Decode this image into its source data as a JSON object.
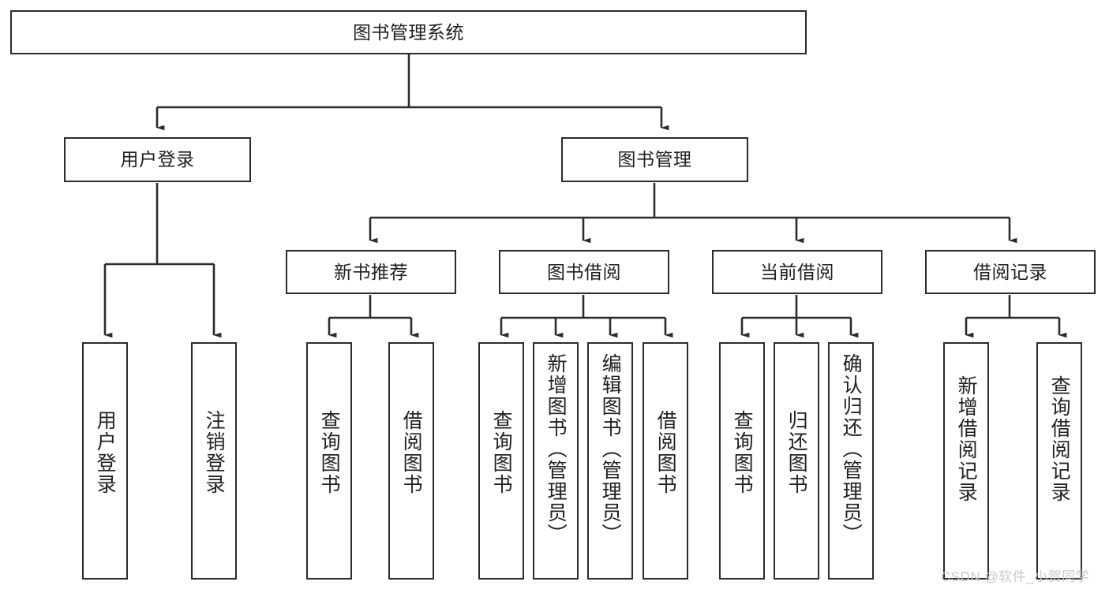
{
  "diagram": {
    "type": "tree-hierarchy-chart",
    "title": "图书管理系统",
    "line_color": "#2b2b2b",
    "box_fill": "#ffffff",
    "text_color": "#1f1f1f",
    "watermark": "CSDN @软件_小贺同学"
  },
  "nodes": {
    "root": {
      "label": "图书管理系统"
    },
    "level1": [
      {
        "label": "用户登录"
      },
      {
        "label": "图书管理"
      }
    ],
    "level2": [
      {
        "label": "新书推荐"
      },
      {
        "label": "图书借阅"
      },
      {
        "label": "当前借阅"
      },
      {
        "label": "借阅记录"
      }
    ],
    "leaves": {
      "user_login": [
        {
          "label": "用户登录"
        },
        {
          "label": "注销登录"
        }
      ],
      "new_book_recommend": [
        {
          "label": "查询图书"
        },
        {
          "label": "借阅图书"
        }
      ],
      "book_borrow": [
        {
          "label": "查询图书"
        },
        {
          "label": "新增图书（管理员）"
        },
        {
          "label": "编辑图书（管理员）"
        },
        {
          "label": "借阅图书"
        }
      ],
      "current_borrow": [
        {
          "label": "查询图书"
        },
        {
          "label": "归还图书"
        },
        {
          "label": "确认归还（管理员）"
        }
      ],
      "borrow_record": [
        {
          "label": "新增借阅记录"
        },
        {
          "label": "查询借阅记录"
        }
      ]
    }
  }
}
